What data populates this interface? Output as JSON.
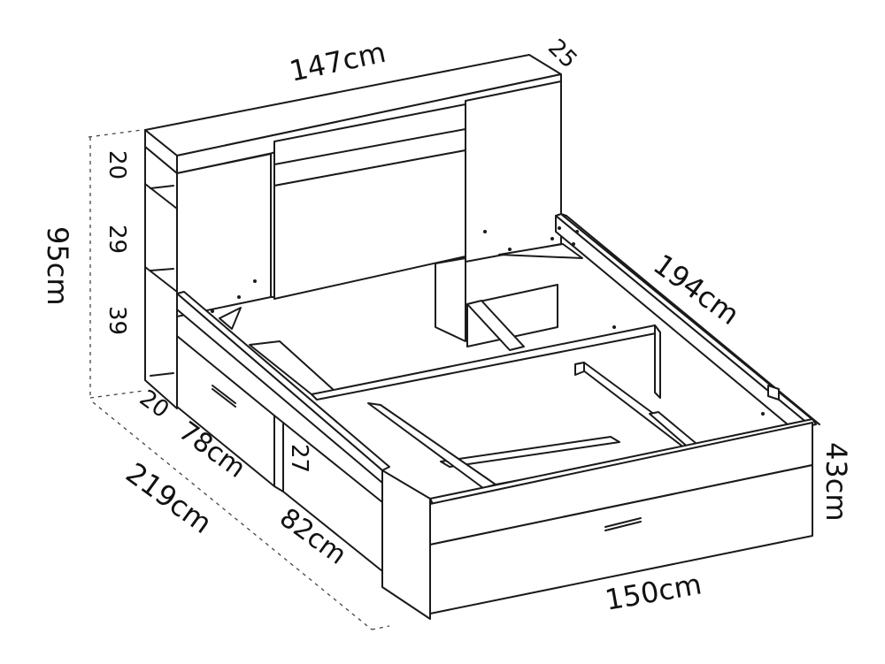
{
  "diagram": {
    "dimensions": {
      "width_total": "147cm",
      "headboard_depth": "25",
      "height_total": "95cm",
      "shelf_1": "20",
      "shelf_2": "29",
      "shelf_3": "39",
      "base_shelf": "20",
      "drawer_side_width": "78cm",
      "length_total": "219cm",
      "open_niche_height": "27",
      "open_niche_width": "82cm",
      "bed_length": "194cm",
      "bed_height": "43cm",
      "bed_width": "150cm"
    }
  }
}
